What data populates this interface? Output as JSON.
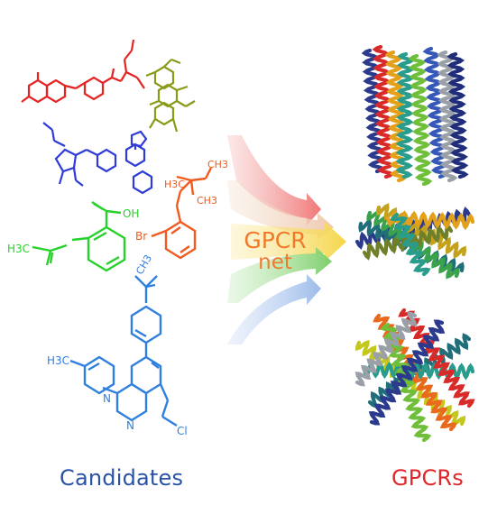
{
  "captions": {
    "candidates": "Candidates",
    "gpcrs": "GPCRs"
  },
  "arrow_label": {
    "line1": "GPCR",
    "line2": "net"
  },
  "molecule_labels": {
    "acetyl_ch3": "H3C",
    "carboxylic_oh": "OH",
    "bromo": "Br",
    "methyl_top": "CH3",
    "methyl_left": "H3C",
    "methyl_right": "CH3",
    "sulfonyl_ch3": "CH3",
    "pyridine_ch3": "H3C",
    "pyridine_n1": "N",
    "pyridine_n2": "N",
    "chloro": "Cl"
  },
  "colors": {
    "candidates_caption": "#2a53a7",
    "gpcrs_caption": "#e0262b",
    "arrow_label": "#f07a2a",
    "molecule_red": "#e62222",
    "molecule_olive": "#8a9a18",
    "molecule_blue": "#2e3bd6",
    "molecule_green": "#27d12b",
    "molecule_orange": "#f05a1e",
    "molecule_azure": "#2f7fe0",
    "arrow_red": "#f4a3a3",
    "arrow_beige": "#f3dcc8",
    "arrow_yellow": "#f7e16c",
    "arrow_green": "#9edc8e",
    "arrow_blue": "#b7cdf0"
  },
  "icons": {
    "molecules": [
      "red-molecule-icon",
      "olive-molecule-icon",
      "blue-molecule-icon",
      "green-aspirin-molecule-icon",
      "orange-bromo-molecule-icon",
      "azure-pyridine-molecule-icon"
    ],
    "receptors": [
      "gpcr-bundle-vertical-icon",
      "gpcr-bundle-tilted-icon",
      "gpcr-bundle-spread-icon"
    ]
  }
}
